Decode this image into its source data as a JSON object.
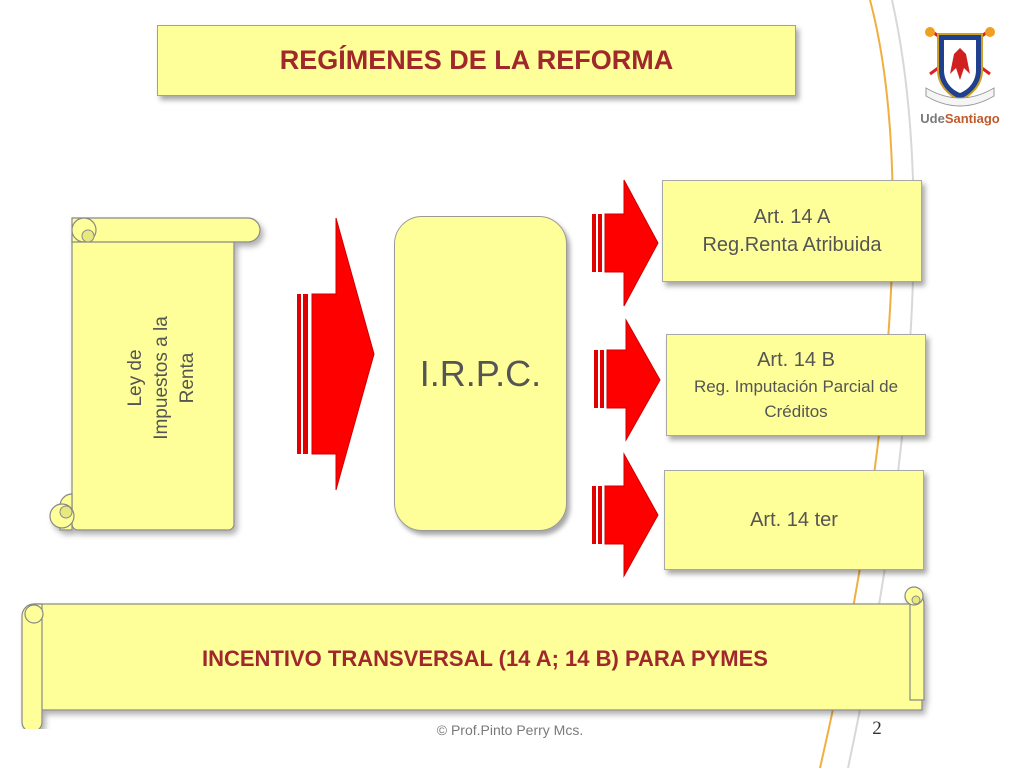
{
  "header": {
    "title": "REGÍMENES DE LA REFORMA"
  },
  "scroll": {
    "label": "Ley de Impuestos a la Renta"
  },
  "center": {
    "label": "I.R.P.C."
  },
  "articles": [
    {
      "title": "Art. 14 A",
      "subtitle": "Reg.Renta Atribuida"
    },
    {
      "title": "Art. 14 B",
      "subtitle": "Reg. Imputación Parcial de Créditos"
    },
    {
      "title": "Art. 14 ter",
      "subtitle": ""
    }
  ],
  "banner": {
    "label": "INCENTIVO TRANSVERSAL (14 A; 14 B) PARA PYMES"
  },
  "footer": {
    "credit": "© Prof.Pinto Perry Mcs.",
    "page_number": "2"
  },
  "logo": {
    "prefix": "Ude",
    "name": "Santiago"
  },
  "colors": {
    "box_fill": "#ffff99",
    "title_text": "#a0282d",
    "arrow_red": "#ff0000",
    "body_text": "#555555",
    "accent_orange": "#f0a020"
  }
}
